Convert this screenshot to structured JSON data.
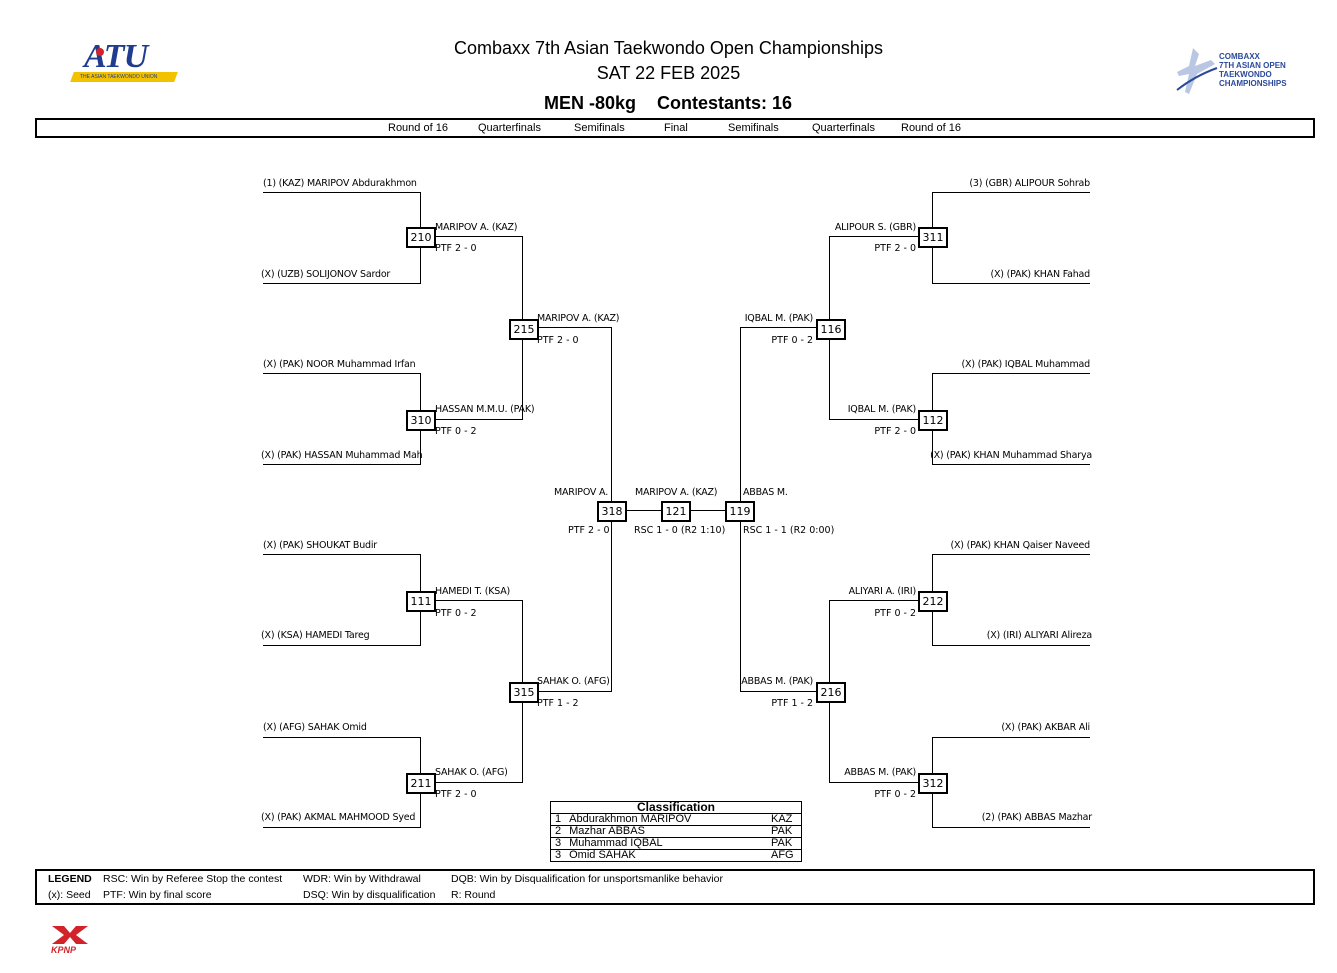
{
  "header": {
    "title": "Combaxx 7th Asian Taekwondo Open Championships",
    "date": "SAT 22 FEB 2025",
    "category": "MEN -80kg",
    "contestants": "Contestants: 16",
    "left_logo_text": "ATU",
    "left_logo_caption": "THE ASIAN TAEKWONDO UNION",
    "right_logo_lines": [
      "COMBAXX",
      "7TH ASIAN OPEN",
      "TAEKWONDO",
      "CHAMPIONSHIPS"
    ]
  },
  "rounds": [
    "Round of 16",
    "Quarterfinals",
    "Semifinals",
    "Final",
    "Semifinals",
    "Quarterfinals",
    "Round of 16"
  ],
  "left": {
    "r16": [
      "(1) (KAZ) MARIPOV Abdurakhmon",
      "(X) (UZB) SOLIJONOV Sardor",
      "(X) (PAK) NOOR Muhammad Irfan",
      "(X) (PAK) HASSAN Muhammad Mah",
      "(X) (PAK) SHOUKAT Budir",
      "(X) (KSA) HAMEDI Tareg",
      "(X) (AFG) SAHAK Omid",
      "(X) (PAK) AKMAL MAHMOOD Syed"
    ],
    "qf": [
      {
        "match": "210",
        "winner": "MARIPOV A. (KAZ)",
        "result": "PTF 2 - 0"
      },
      {
        "match": "310",
        "winner": "HASSAN M.M.U. (PAK)",
        "result": "PTF 0 - 2"
      },
      {
        "match": "111",
        "winner": "HAMEDI T. (KSA)",
        "result": "PTF 0 - 2"
      },
      {
        "match": "211",
        "winner": "SAHAK O. (AFG)",
        "result": "PTF 2 - 0"
      }
    ],
    "sf": [
      {
        "match": "215",
        "winner": "MARIPOV A. (KAZ)",
        "result": "PTF 2 - 0"
      },
      {
        "match": "315",
        "winner": "SAHAK O. (AFG)",
        "result": "PTF 1 - 2"
      }
    ],
    "final_side": {
      "match": "318",
      "winner": "MARIPOV A.",
      "result": "PTF 2 - 0"
    }
  },
  "right": {
    "r16": [
      "(3) (GBR) ALIPOUR Sohrab",
      "(X) (PAK) KHAN Fahad",
      "(X) (PAK) IQBAL Muhammad",
      "(X) (PAK) KHAN Muhammad Sharya",
      "(X) (PAK) KHAN Qaiser Naveed",
      "(X) (IRI) ALIYARI Alireza",
      "(X) (PAK) AKBAR Ali",
      "(2) (PAK) ABBAS Mazhar"
    ],
    "qf": [
      {
        "match": "311",
        "winner": "ALIPOUR S. (GBR)",
        "result": "PTF 2 - 0"
      },
      {
        "match": "112",
        "winner": "IQBAL M. (PAK)",
        "result": "PTF 2 - 0"
      },
      {
        "match": "212",
        "winner": "ALIYARI A. (IRI)",
        "result": "PTF 0 - 2"
      },
      {
        "match": "312",
        "winner": "ABBAS M. (PAK)",
        "result": "PTF 0 - 2"
      }
    ],
    "sf": [
      {
        "match": "116",
        "winner": "IQBAL M. (PAK)",
        "result": "PTF 0 - 2"
      },
      {
        "match": "216",
        "winner": "ABBAS M. (PAK)",
        "result": "PTF 1 - 2"
      }
    ],
    "final_side": {
      "match": "119",
      "winner": "ABBAS M.",
      "result": "RSC 1 - 1 (R2 0:00)"
    }
  },
  "final": {
    "match": "121",
    "winner": "MARIPOV A. (KAZ)",
    "result": "RSC 1 - 0 (R2 1:10)"
  },
  "classification": {
    "title": "Classification",
    "rows": [
      {
        "rank": "1",
        "name": "Abdurakhmon MARIPOV",
        "country": "KAZ"
      },
      {
        "rank": "2",
        "name": "Mazhar ABBAS",
        "country": "PAK"
      },
      {
        "rank": "3",
        "name": "Muhammad IQBAL",
        "country": "PAK"
      },
      {
        "rank": "3",
        "name": "Omid SAHAK",
        "country": "AFG"
      }
    ]
  },
  "legend": {
    "title": "LEGEND",
    "seed": "(x): Seed",
    "rsc": "RSC: Win by Referee Stop the contest",
    "ptf": "PTF: Win by final score",
    "wdr": "WDR: Win by Withdrawal",
    "dsq": "DSQ: Win by disqualification",
    "dqb": "DQB: Win by Disqualification for unsportsmanlike behavior",
    "r": "R: Round"
  },
  "footer": {
    "logo_text": "KPNP"
  },
  "colors": {
    "atu_red": "#d2232a",
    "atu_blue": "#1f3c8e",
    "atu_yellow": "#f2c100",
    "combaxx_blue": "#2a4a9a",
    "kpnp_red": "#d2232a"
  }
}
